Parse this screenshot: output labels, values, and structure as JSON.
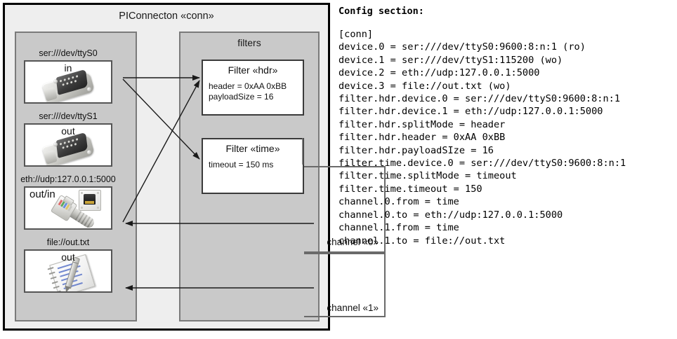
{
  "diagram": {
    "title": "PIConnecton «conn»",
    "devices_panel": {
      "nodes": [
        {
          "label": "ser:///dev/ttyS0",
          "direction": "in",
          "icon": "serial-port-icon"
        },
        {
          "label": "ser:///dev/ttyS1",
          "direction": "out",
          "icon": "serial-port-icon"
        },
        {
          "label": "eth://udp:127.0.0.1:5000",
          "direction": "out/in",
          "icon": "ethernet-jack-icon"
        },
        {
          "label": "file://out.txt",
          "direction": "out",
          "icon": "notepad-pencil-icon"
        }
      ]
    },
    "filters_panel": {
      "title": "filters",
      "filters": [
        {
          "title": "Filter «hdr»",
          "attributes": [
            "header = 0xAA 0xBB",
            "payloadSize = 16"
          ]
        },
        {
          "title": "Filter «time»",
          "attributes": [
            "timeout = 150 ms"
          ]
        }
      ],
      "channels": [
        {
          "label": "channel «0»"
        },
        {
          "label": "channel «1»"
        }
      ]
    }
  },
  "config": {
    "heading": "Config section:",
    "lines": [
      "[conn]",
      "device.0 = ser:///dev/ttyS0:9600:8:n:1 (ro)",
      "device.1 = ser:///dev/ttyS1:115200 (wo)",
      "device.2 = eth://udp:127.0.0.1:5000",
      "device.3 = file://out.txt (wo)",
      "filter.hdr.device.0 = ser:///dev/ttyS0:9600:8:n:1",
      "filter.hdr.device.1 = eth://udp:127.0.0.1:5000",
      "filter.hdr.splitMode = header",
      "filter.hdr.header = 0xAA 0xBB",
      "filter.hdr.payloadSIze = 16",
      "filter.time.device.0 = ser:///dev/ttyS0:9600:8:n:1",
      "filter.time.splitMode = timeout",
      "filter.time.timeout = 150",
      "channel.0.from = time",
      "channel.0.to = eth://udp:127.0.0.1:5000",
      "channel.1.from = time",
      "channel.1.to = file://out.txt"
    ]
  },
  "colors": {
    "frame_border": "#000000",
    "frame_fill": "#eeeeee",
    "panel_fill": "#c9c9c9",
    "panel_border": "#7a7a7a",
    "node_fill": "#ffffff",
    "node_border": "#555555",
    "arrow": "#1a1a1a"
  }
}
